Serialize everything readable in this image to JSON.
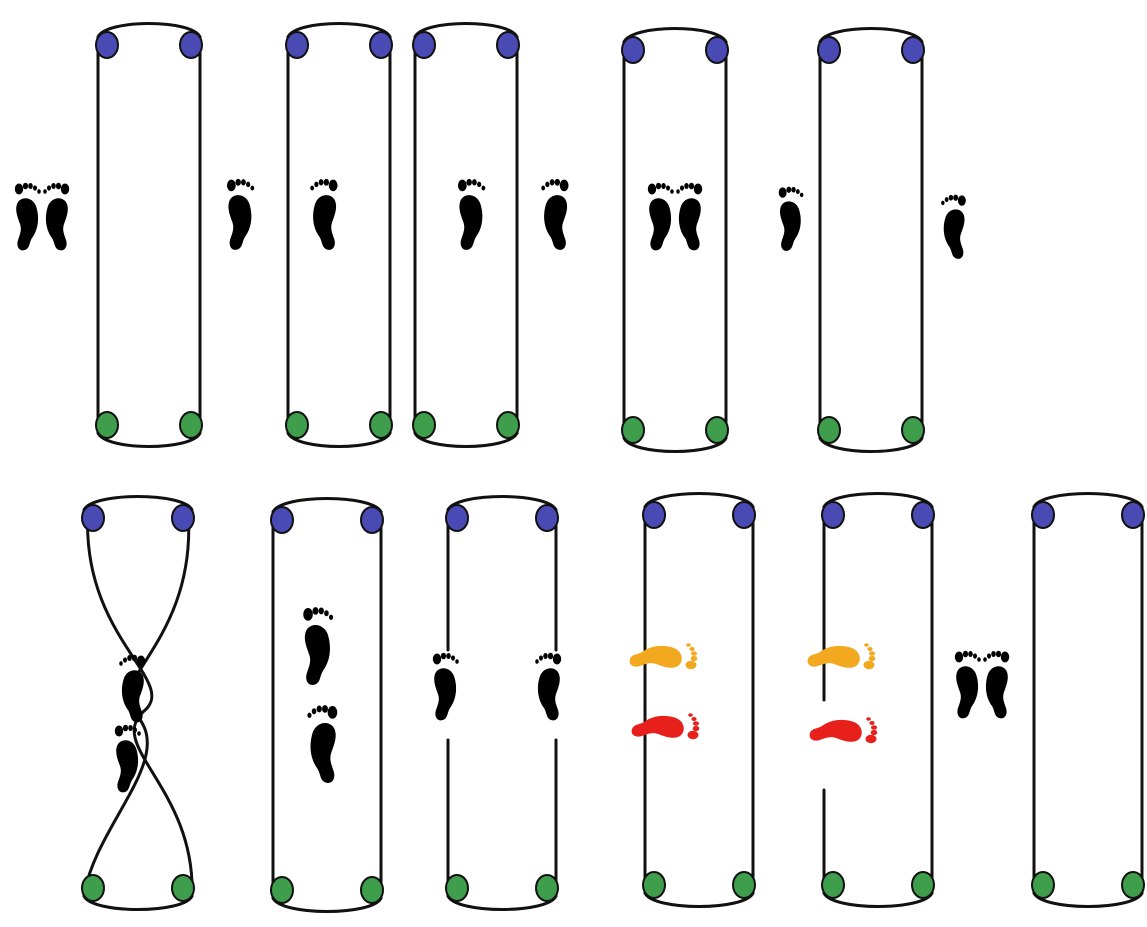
{
  "colors": {
    "outline": "#111111",
    "top_dot": "#4a4ab5",
    "bottom_dot": "#3f9e4c",
    "foot_black": "#000000",
    "foot_orange": "#f2a81f",
    "foot_red": "#e8201c",
    "background": "#ffffff"
  },
  "diagram": {
    "rows": [
      {
        "panels": [
          {
            "id": "top-1",
            "variant": "plain",
            "feet": [
              {
                "type": "pair",
                "color": "black",
                "side": "left-outside"
              }
            ]
          },
          {
            "id": "top-2",
            "variant": "plain",
            "feet": [
              {
                "type": "single",
                "color": "black",
                "side": "left-outside"
              },
              {
                "type": "single",
                "color": "black",
                "side": "inside"
              }
            ]
          },
          {
            "id": "top-3",
            "variant": "plain",
            "feet": [
              {
                "type": "single",
                "color": "black",
                "side": "inside"
              },
              {
                "type": "single",
                "color": "black",
                "side": "right-outside"
              }
            ]
          },
          {
            "id": "top-4",
            "variant": "plain",
            "feet": [
              {
                "type": "pair",
                "color": "black",
                "side": "inside"
              }
            ]
          },
          {
            "id": "top-5",
            "variant": "plain",
            "feet": [
              {
                "type": "single",
                "color": "black",
                "side": "left-outside"
              },
              {
                "type": "single",
                "color": "black",
                "side": "right-outside"
              }
            ]
          }
        ]
      },
      {
        "panels": [
          {
            "id": "bottom-1",
            "variant": "twisted",
            "feet": [
              {
                "type": "single",
                "color": "black"
              },
              {
                "type": "single",
                "color": "black"
              }
            ]
          },
          {
            "id": "bottom-2",
            "variant": "plain",
            "feet": [
              {
                "type": "single",
                "color": "black"
              },
              {
                "type": "single",
                "color": "black"
              }
            ]
          },
          {
            "id": "bottom-3",
            "variant": "broken-sides",
            "feet": [
              {
                "type": "single",
                "color": "black"
              },
              {
                "type": "single",
                "color": "black"
              }
            ]
          },
          {
            "id": "bottom-4",
            "variant": "plain",
            "feet": [
              {
                "type": "sideways",
                "color": "orange"
              },
              {
                "type": "sideways",
                "color": "red"
              }
            ]
          },
          {
            "id": "bottom-5",
            "variant": "broken-left",
            "feet": [
              {
                "type": "sideways",
                "color": "orange"
              },
              {
                "type": "sideways",
                "color": "red"
              }
            ]
          },
          {
            "id": "bottom-6",
            "variant": "plain",
            "feet": [
              {
                "type": "pair",
                "color": "black",
                "side": "left-outside"
              }
            ]
          }
        ]
      }
    ]
  }
}
